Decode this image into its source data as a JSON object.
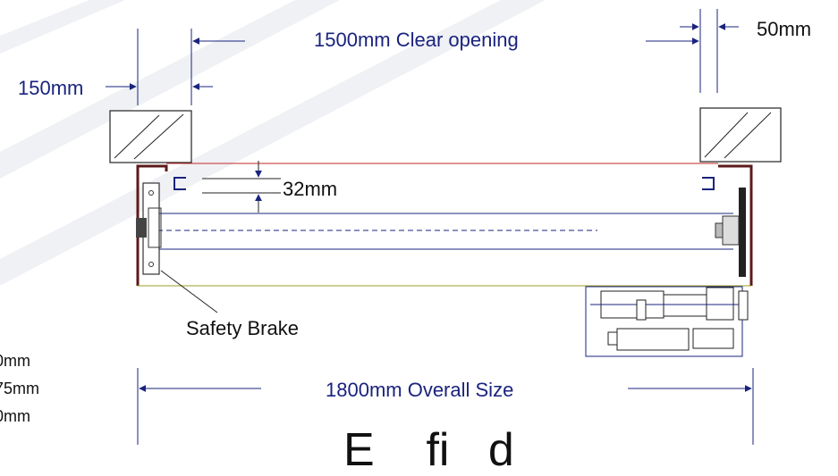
{
  "dimensions": {
    "clear_opening": "1500mm Clear opening",
    "overall_size": "1800mm Overall Size",
    "left_margin": "150mm",
    "right_margin": "50mm",
    "gap": "32mm"
  },
  "labels": {
    "safety_brake": "Safety Brake",
    "truncated_list": [
      "0mm",
      "75mm",
      "0mm"
    ],
    "bottom_heading": "E    fi   d"
  },
  "colors": {
    "dimension_text": "#1a237e",
    "dimension_line": "#1a237e",
    "edge_red": "#c62828",
    "edge_olive": "#9e9d24",
    "stripe": "#eef0f3"
  }
}
